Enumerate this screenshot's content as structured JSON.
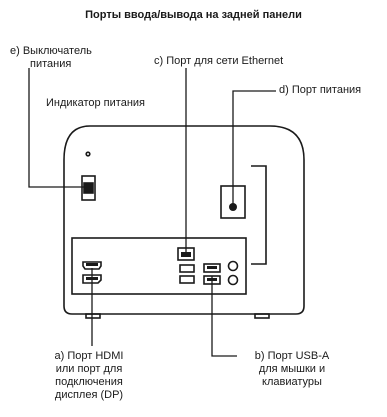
{
  "title": "Порты ввода/вывода на задней панели",
  "labels": {
    "power_switch": [
      "e) Выключатель",
      "питания"
    ],
    "power_indicator": "Индикатор питания",
    "ethernet_port": "c) Порт для сети Ethernet",
    "power_port": "d) Порт питания",
    "hdmi_port": [
      "a) Порт HDMI",
      "или порт для",
      "подключения",
      "дисплея (DP)"
    ],
    "usb_port": [
      "b) Порт USB-A",
      "для мышки и",
      "клавиатуры"
    ]
  }
}
